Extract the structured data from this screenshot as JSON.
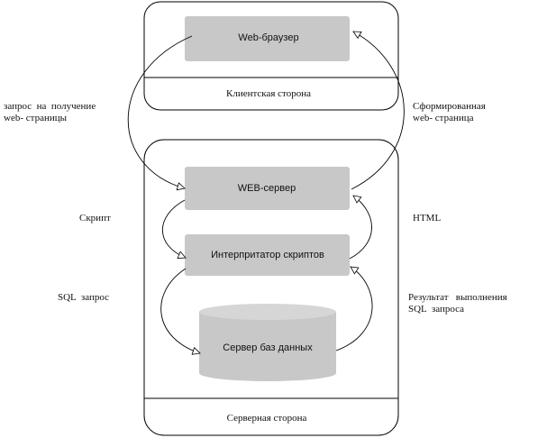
{
  "nodes": {
    "browser": "Web-браузер",
    "web_server": "WEB-сервер",
    "interpreter": "Интерпритатор скриптов",
    "database": "Сервер баз данных"
  },
  "zones": {
    "client": "Клиентская сторона",
    "server": "Серверная сторона"
  },
  "edges": {
    "request_line1": "запрос  на  получение",
    "request_line2": "web- страницы",
    "page_line1": "Сформированная",
    "page_line2": "web- страница",
    "script": "Скрипт",
    "html": "HTML",
    "sql": "SQL  запрос",
    "result_line1": "Результат   выполнения",
    "result_line2": "SQL  запроса"
  },
  "colors": {
    "node_fill": "#c8c8c8",
    "line": "#000000"
  }
}
